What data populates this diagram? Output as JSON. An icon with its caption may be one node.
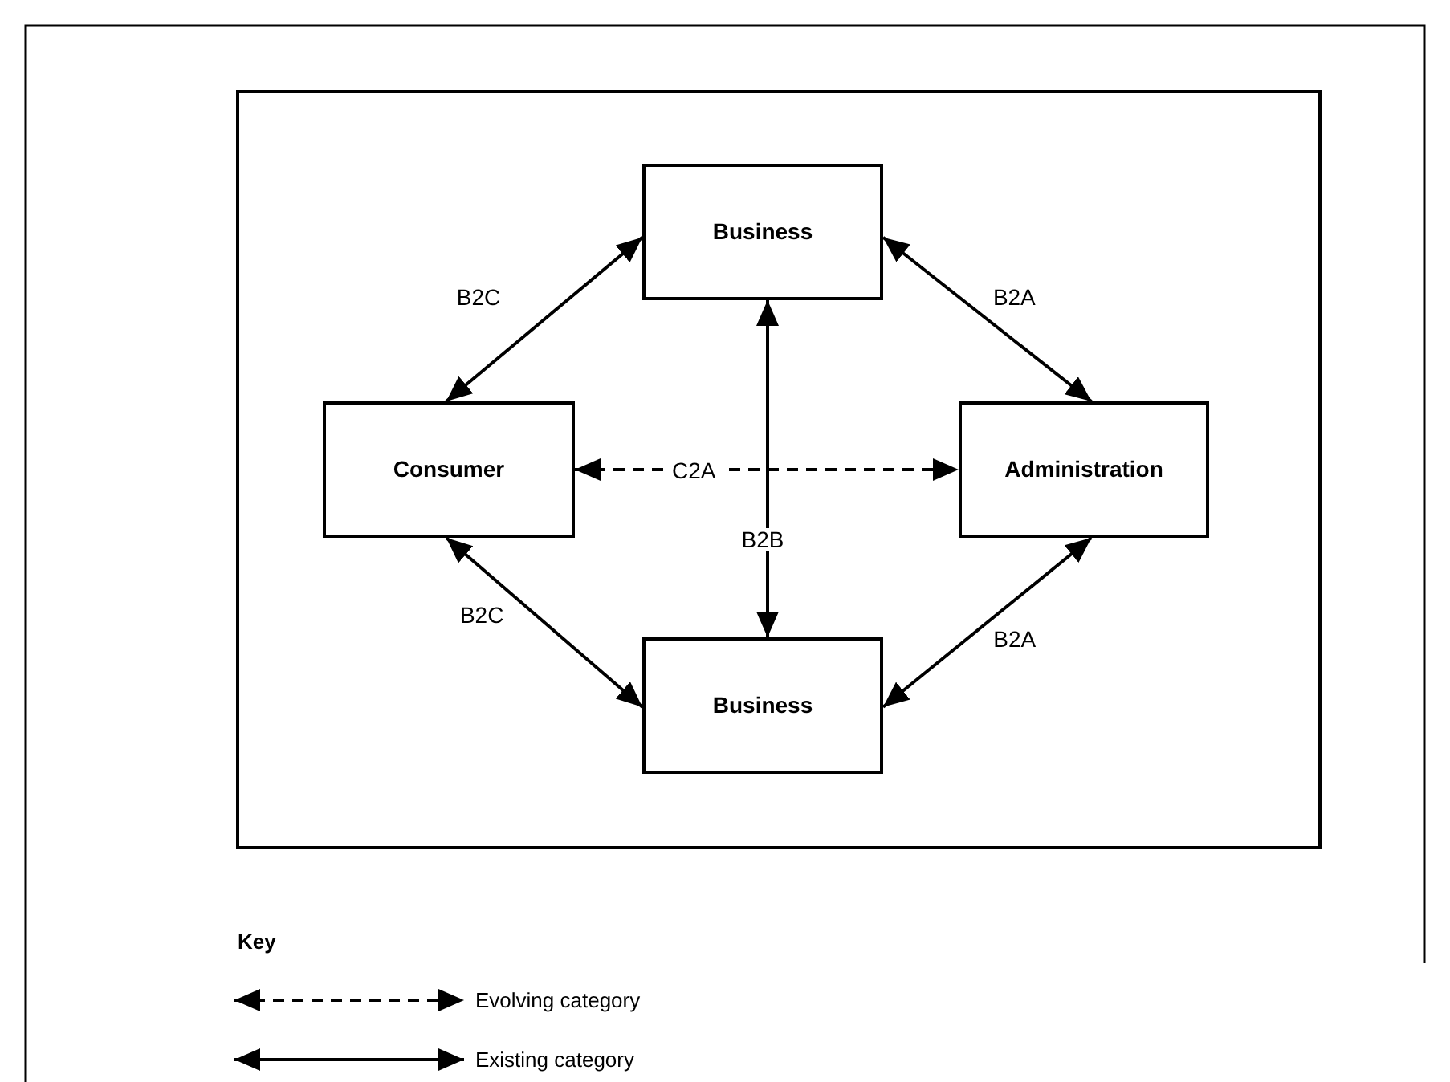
{
  "diagram": {
    "nodes": [
      {
        "text": [
          "Business"
        ]
      },
      {
        "text": [
          "Consumer"
        ]
      },
      {
        "text": [
          "Administration"
        ]
      },
      {
        "text": [
          "Business"
        ]
      }
    ],
    "edges": [
      {
        "from": 1,
        "to": 0,
        "arrow": "both",
        "label": "B2C"
      },
      {
        "from": 0,
        "to": 2,
        "arrow": "both",
        "label": "B2A"
      },
      {
        "from": 1,
        "to": 2,
        "arrow": "both",
        "label": "C2A",
        "style": "dashed"
      },
      {
        "from": 0,
        "to": 3,
        "arrow": "both",
        "label": "B2B"
      },
      {
        "from": 1,
        "to": 3,
        "arrow": "both",
        "label": "B2C"
      },
      {
        "from": 3,
        "to": 2,
        "arrow": "both",
        "label": "B2A"
      }
    ],
    "labels": [
      "Key"
    ],
    "legend": [
      {
        "text": "Evolving category"
      },
      {
        "text": "Existing category"
      }
    ]
  }
}
